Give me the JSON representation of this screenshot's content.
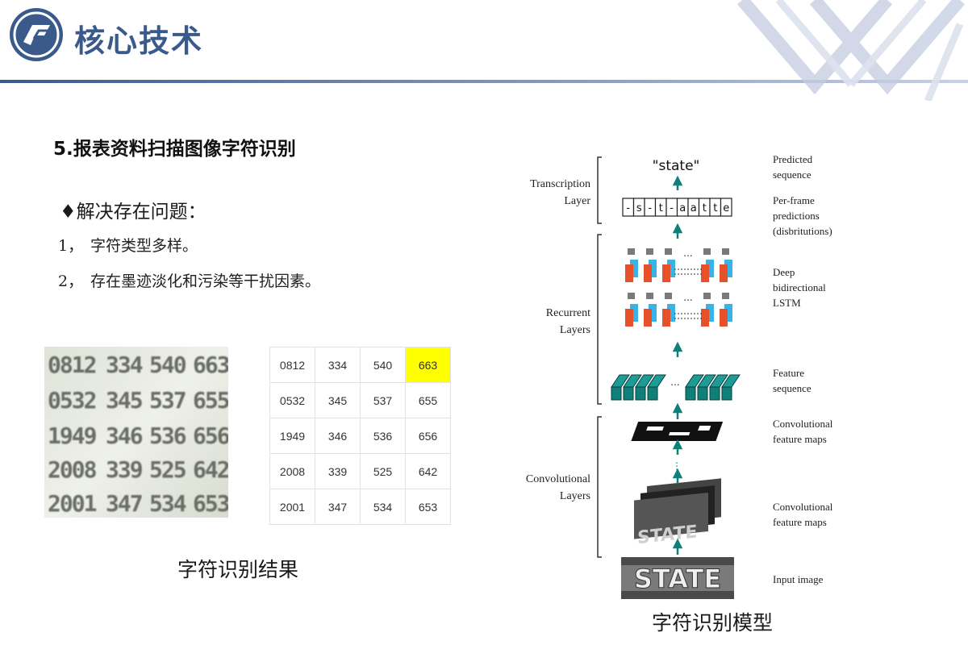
{
  "header": {
    "title": "核心技术"
  },
  "section_title": "5.报表资料扫描图像字符识别",
  "problem": {
    "heading": "♦解决存在问题：",
    "items": [
      {
        "num": "1，",
        "text": "字符类型多样。"
      },
      {
        "num": "2，",
        "text": "存在墨迹淡化和污染等干扰因素。"
      }
    ]
  },
  "scan_rows": [
    [
      "0812",
      "334",
      "540",
      "663"
    ],
    [
      "0532",
      "345",
      "537",
      "655"
    ],
    [
      "1949",
      "346",
      "536",
      "656"
    ],
    [
      "2008",
      "339",
      "525",
      "642"
    ],
    [
      "2001",
      "347",
      "534",
      "653"
    ]
  ],
  "result_table": {
    "rows": [
      [
        "0812",
        "334",
        "540",
        "663"
      ],
      [
        "0532",
        "345",
        "537",
        "655"
      ],
      [
        "1949",
        "346",
        "536",
        "656"
      ],
      [
        "2008",
        "339",
        "525",
        "642"
      ],
      [
        "2001",
        "347",
        "534",
        "653"
      ]
    ],
    "highlight": {
      "row": 0,
      "col": 3,
      "color": "#ffff00"
    }
  },
  "left_caption": "字符识别结果",
  "right_caption": "字符识别模型",
  "diagram": {
    "predicted_word": "\"state\"",
    "frame_chars": [
      "-",
      "s",
      "-",
      "t",
      "-",
      "a",
      "a",
      "t",
      "t",
      "e"
    ],
    "layer_labels": {
      "transcription": [
        "Transcription",
        "Layer"
      ],
      "recurrent": [
        "Recurrent",
        "Layers"
      ],
      "convolutional": [
        "Convolutional",
        "Layers"
      ]
    },
    "right_labels": {
      "predicted": [
        "Predicted",
        "sequence"
      ],
      "per_frame": [
        "Per-frame",
        "predictions",
        "(disbritutions)"
      ],
      "lstm": [
        "Deep",
        "bidirectional",
        "LSTM"
      ],
      "feature_seq": [
        "Feature",
        "sequence"
      ],
      "conv_maps_1": [
        "Convolutional",
        "feature maps"
      ],
      "conv_maps_2": [
        "Convolutional",
        "feature maps"
      ],
      "input": [
        "Input image"
      ]
    },
    "input_text": "STATE",
    "ellipsis": "...",
    "colors": {
      "teal": "#0f7f7a",
      "lstm_red": "#e8502b",
      "lstm_blue": "#39b3e6",
      "lstm_gray": "#7a7a7a"
    }
  },
  "colors": {
    "brand": "#3a5a8c"
  }
}
